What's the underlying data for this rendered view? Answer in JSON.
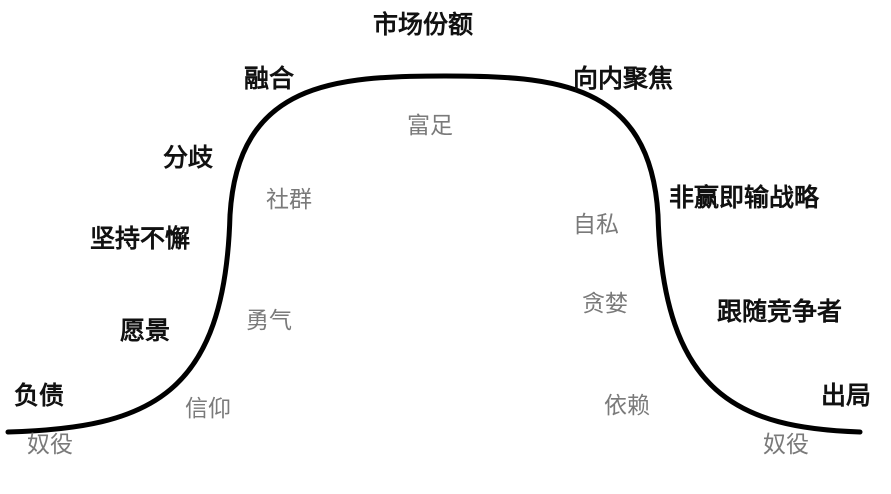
{
  "colors": {
    "curve": "#000000",
    "outer_text": "#111111",
    "inner_text": "#7a7a7a",
    "background": "#ffffff"
  },
  "left": {
    "outer": {
      "debt": "负债",
      "vision": "愿景",
      "persistence": "坚持不懈",
      "divergence": "分歧",
      "fusion": "融合"
    },
    "inner": {
      "belief": "信仰",
      "courage": "勇气",
      "community": "社群"
    }
  },
  "top": {
    "market_share": "市场份额",
    "abundance": "富足"
  },
  "right": {
    "outer": {
      "inward_focus": "向内聚焦",
      "win_lose_strategy": "非赢即输战略",
      "follower": "跟随竞争者",
      "exit": "出局"
    },
    "inner": {
      "selfishness": "自私",
      "greed": "贪婪",
      "dependence": "依赖"
    }
  },
  "bottom": {
    "bondage_left": "奴役",
    "bondage_right": "奴役"
  }
}
